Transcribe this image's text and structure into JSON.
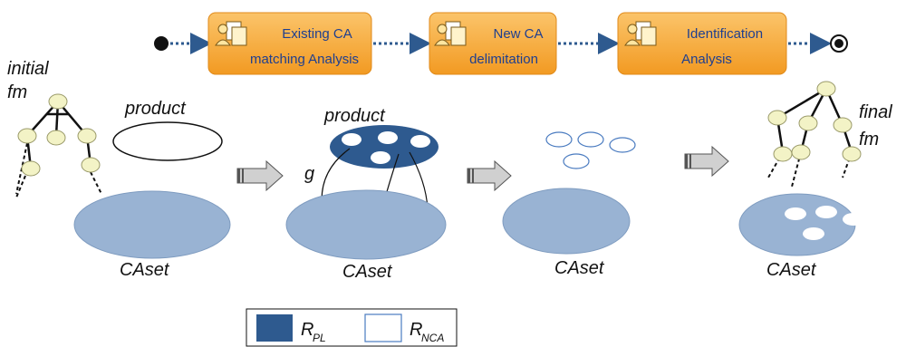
{
  "process": {
    "steps": [
      {
        "line1": "Existing CA",
        "line2": "matching Analysis",
        "icon": "documents-user-icon"
      },
      {
        "line1": "New CA",
        "line2": "delimitation",
        "icon": "documents-user-icon"
      },
      {
        "line1": "Identification",
        "line2": "Analysis",
        "icon": "documents-user-icon"
      }
    ]
  },
  "labels": {
    "initial": "initial",
    "fm": "fm",
    "final": "final",
    "product": "product",
    "g": "g",
    "caset": "CAset"
  },
  "legend": {
    "rpl_main": "R",
    "rpl_sub": "PL",
    "rnca_main": "R",
    "rnca_sub": "NCA"
  },
  "colors": {
    "step_fill": "#f6a93b",
    "step_text": "#1f3f8f",
    "caset_fill": "#99b3d3",
    "rpl_fill": "#2e5a8f",
    "rnca_stroke": "#4a7bc0",
    "node_fill": "#f3f3c6",
    "arrow_fill": "#d0d0d0"
  }
}
